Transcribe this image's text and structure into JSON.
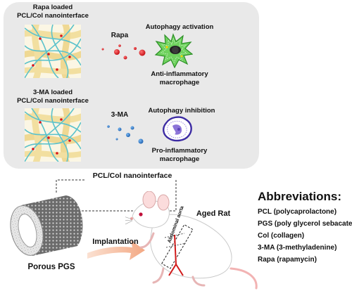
{
  "top_panel": {
    "rapa_scaffold_label_line1": "Rapa loaded",
    "rapa_scaffold_label_line2": "PCL/Col nanointerface",
    "rapa_drug_label": "Rapa",
    "autophagy_activation": "Autophagy activation",
    "anti_inflammatory_line1": "Anti-inflammatory",
    "anti_inflammatory_line2": "macrophage",
    "ma_scaffold_label_line1": "3-MA loaded",
    "ma_scaffold_label_line2": "PCL/Col nanointerface",
    "ma_drug_label": "3-MA",
    "autophagy_inhibition": "Autophagy inhibition",
    "pro_inflammatory_line1": "Pro-inflammatory",
    "pro_inflammatory_line2": "macrophage"
  },
  "nanointerface_label": "PCL/Col nanointerface",
  "porous_pgs_label": "Porous PGS",
  "implantation_label": "Implantation",
  "aged_rat_label": "Aged Rat",
  "abdominal_aorta_label": "Abdominal aorta",
  "abbreviations": {
    "title": "Abbreviations:",
    "items": [
      "PCL (polycaprolactone)",
      "PGS (poly glycerol sebacate)",
      "Col (collagen)",
      "3-MA (3-methyladenine)",
      "Rapa (rapamycin)"
    ]
  },
  "colors": {
    "panel_bg": "#e9e9e9",
    "fiber_yellow": "#f2dfa0",
    "fiber_cyan": "#5bc2cc",
    "rapa_red": "#d8161c",
    "ma_blue": "#2f7fd0",
    "anti_inflammatory_green": "#4cbb3c",
    "pro_inflammatory_purple": "#7a61c8"
  }
}
